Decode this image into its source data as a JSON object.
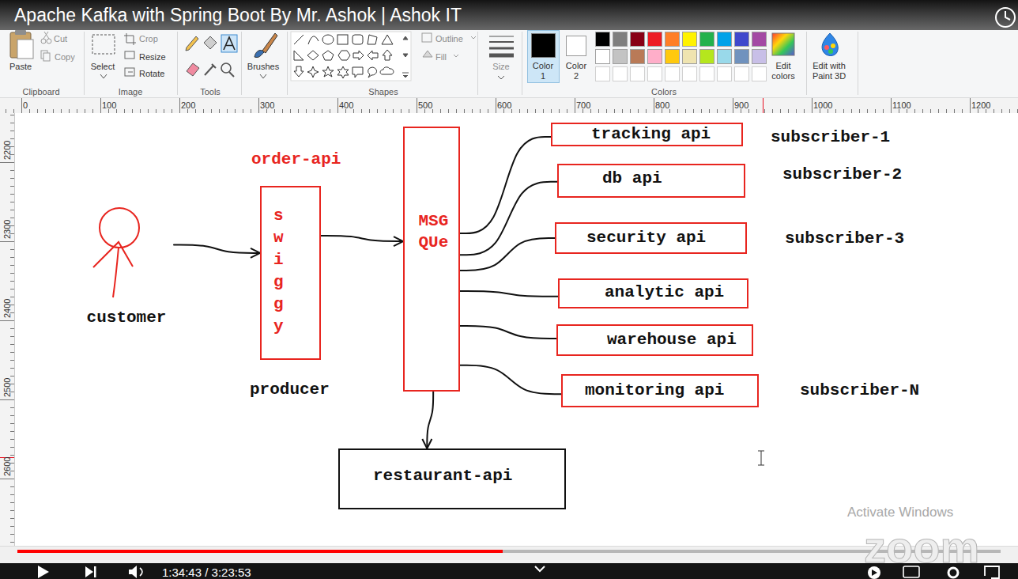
{
  "diagram": {
    "title": "Apache Kafka with Spring Boot By Mr. Ashok | Ashok IT",
    "nodes": [
      {
        "text": [
          "customer"
        ]
      },
      {
        "text": [
          "s w i g g y"
        ]
      },
      {
        "text": [
          "MSG QUe"
        ]
      },
      {
        "text": [
          "tracking api"
        ]
      },
      {
        "text": [
          "db api"
        ]
      },
      {
        "text": [
          "security api"
        ]
      },
      {
        "text": [
          "analytic api"
        ]
      },
      {
        "text": [
          "warehouse api"
        ]
      },
      {
        "text": [
          "monitoring api"
        ]
      },
      {
        "text": [
          "restaurant-api"
        ]
      }
    ],
    "edges": [
      {
        "from": 0,
        "to": 1,
        "arrow": "to"
      },
      {
        "from": 1,
        "to": 2,
        "arrow": "to"
      },
      {
        "from": 2,
        "to": 3,
        "arrow": "none"
      },
      {
        "from": 2,
        "to": 4,
        "arrow": "none"
      },
      {
        "from": 2,
        "to": 5,
        "arrow": "none"
      },
      {
        "from": 2,
        "to": 6,
        "arrow": "none"
      },
      {
        "from": 2,
        "to": 7,
        "arrow": "none"
      },
      {
        "from": 2,
        "to": 8,
        "arrow": "none"
      },
      {
        "from": 2,
        "to": 9,
        "arrow": "to"
      }
    ],
    "labels": [
      "Paste",
      "Cut",
      "Copy",
      "Clipboard",
      "Select",
      "Crop",
      "Resize",
      "Rotate",
      "Image",
      "Tools",
      "Brushes",
      "Outline",
      "Fill",
      "Shapes",
      "Size",
      "Color 1",
      "Color 2",
      "Colors",
      "Edit colors",
      "Edit with Paint 3D",
      "0",
      "100",
      "200",
      "300",
      "400",
      "500",
      "600",
      "700",
      "800",
      "900",
      "1000",
      "1100",
      "1200",
      "2200",
      "2300",
      "2400",
      "2500",
      "2600",
      "order-api",
      "producer",
      "subscriber-1",
      "subscriber-2",
      "subscriber-3",
      "subscriber-N",
      "Activate Windows",
      "zoom",
      "1:34:43 / 3:23:53"
    ]
  }
}
